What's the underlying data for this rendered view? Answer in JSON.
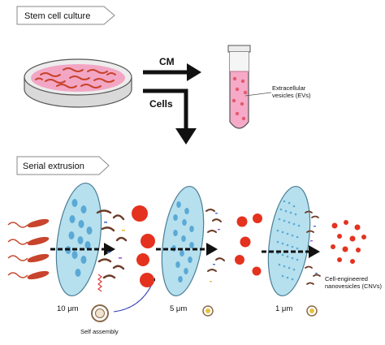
{
  "sections": {
    "culture_tag": "Stem cell culture",
    "extrusion_tag": "Serial extrusion"
  },
  "flow": {
    "cm_label": "CM",
    "cells_label": "Cells"
  },
  "tube": {
    "label_line1": "Extracellular",
    "label_line2": "vesicles (EVs)"
  },
  "membranes": [
    {
      "label": "10 μm"
    },
    {
      "label": "5 μm"
    },
    {
      "label": "1 μm"
    }
  ],
  "self_assembly_label": "Self assembly",
  "cnv": {
    "label_line1": "Cell-engineered",
    "label_line2": "nanovesicles (CNVs)"
  },
  "colors": {
    "dish_pink": "#f3a6c4",
    "cell_red": "#c8442c",
    "vesicle_red": "#e4321f",
    "membrane_blue": "#b6e0ee",
    "membrane_pore": "#5aa9d6",
    "tube_pink": "#f6aac8",
    "tube_dot": "#e35a6a",
    "arrow": "#111111"
  }
}
